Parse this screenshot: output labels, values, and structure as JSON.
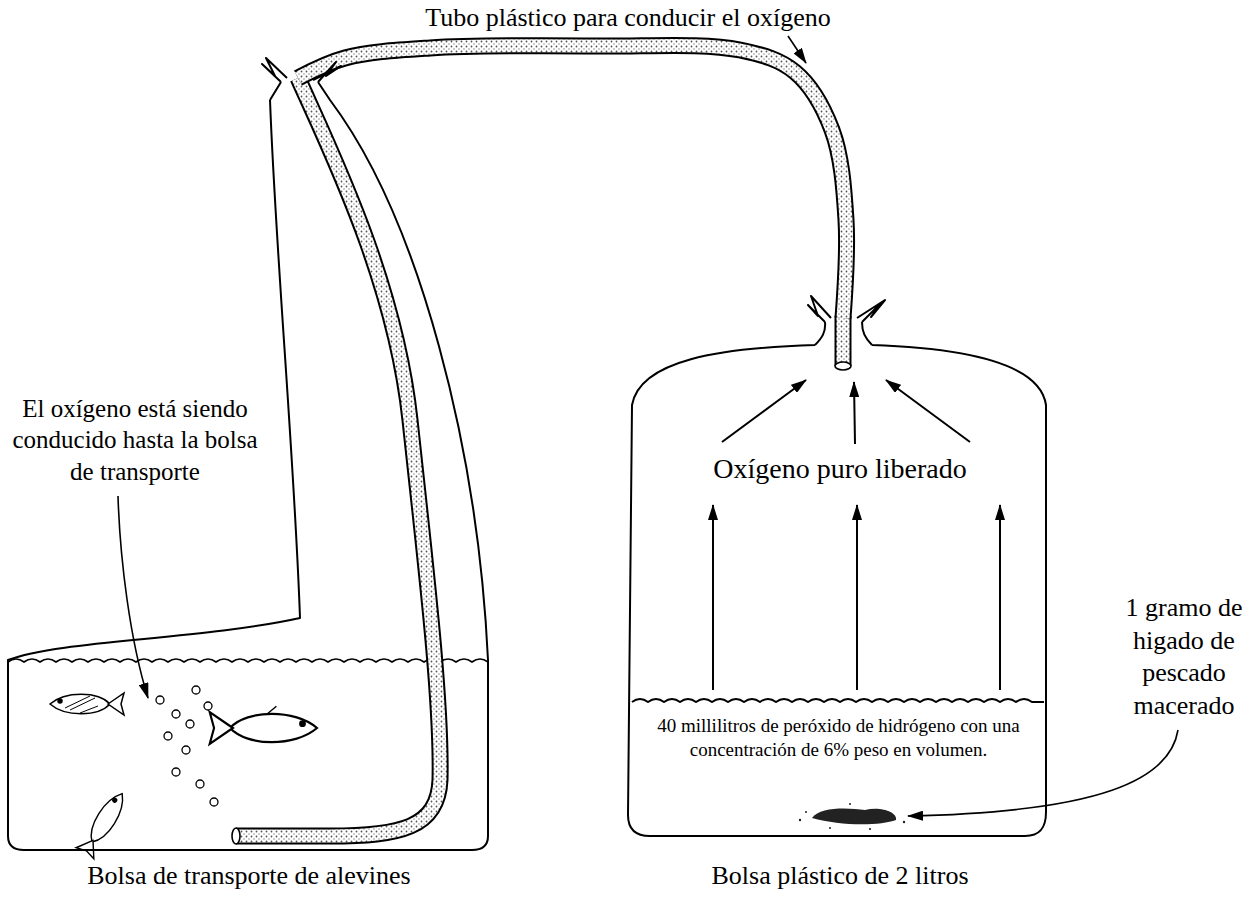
{
  "diagram": {
    "nodes": [
      {
        "text": [
          "Bolsa de transporte de alevines"
        ]
      },
      {
        "text": [
          "Oxígeno puro liberado",
          "Bolsa plástico de 2 litros"
        ]
      },
      {
        "text": [
          "40 millilitros de peróxido de hidrógeno con una concentración de 6% peso en volumen."
        ],
        "in": 1
      }
    ],
    "edges": [
      {
        "from": 1,
        "to": 0,
        "arrow": "none"
      }
    ],
    "labels": [
      "Tubo plástico para conducir el oxígeno",
      "El oxígeno está siendo conducido hasta la bolsa de transporte",
      "1 gramo de higado de pescado macerado"
    ]
  }
}
